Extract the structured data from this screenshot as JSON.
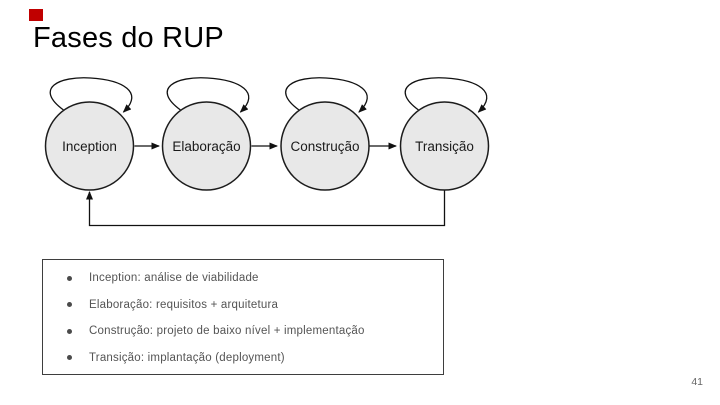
{
  "slide": {
    "title": "Fases do RUP",
    "page_number": "41"
  },
  "diagram": {
    "type": "phase-cycle-state-diagram",
    "nodes": [
      {
        "label": "Inception"
      },
      {
        "label": "Elaboração"
      },
      {
        "label": "Construção"
      },
      {
        "label": "Transição"
      }
    ],
    "edges": [
      "Inception -> Elaboração",
      "Elaboração -> Construção",
      "Construção -> Transição",
      "Transição -> Inception (feedback)",
      "self-loop on each phase"
    ]
  },
  "bullets": {
    "items": [
      {
        "text": "Inception: análise de viabilidade"
      },
      {
        "text": "Elaboração: requisitos + arquitetura"
      },
      {
        "text": "Construção: projeto de baixo nível + implementação"
      },
      {
        "text": "Transição: implantação (deployment)"
      }
    ]
  },
  "colors": {
    "background": "#ffffff",
    "title_text": "#000000",
    "node_fill": "#e8e8e8",
    "node_stroke": "#1c1c1c",
    "arrow": "#111111",
    "bullet_text": "#545454",
    "box_border": "#3e3e3e",
    "page_number": "#666666",
    "corner_marker": "#c00000"
  }
}
